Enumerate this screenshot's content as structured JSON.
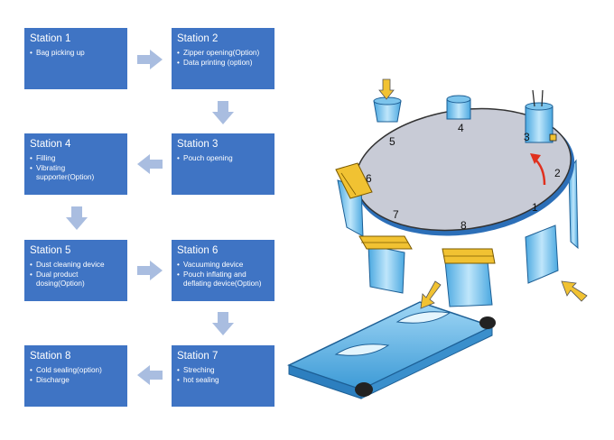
{
  "stations": [
    {
      "title": "Station 1",
      "items": [
        "Bag picking up"
      ]
    },
    {
      "title": "Station 2",
      "items": [
        "Zipper opening(Option)",
        "Data printing (option)"
      ]
    },
    {
      "title": "Station 3",
      "items": [
        "Pouch opening"
      ]
    },
    {
      "title": "Station 4",
      "items": [
        "Filling",
        "Vibrating supporter(Option)"
      ]
    },
    {
      "title": "Station 5",
      "items": [
        "Dust cleaning device",
        "Dual product dosing(Option)"
      ]
    },
    {
      "title": "Station 6",
      "items": [
        "Vacuuming device",
        "Pouch inflating and deflating device(Option)"
      ]
    },
    {
      "title": "Station 7",
      "items": [
        "Streching",
        "hot sealing"
      ]
    },
    {
      "title": "Station 8",
      "items": [
        "Cold sealing(option)",
        "Discharge"
      ]
    }
  ],
  "machine": {
    "station_numbers": [
      "1",
      "2",
      "3",
      "4",
      "5",
      "6",
      "7",
      "8"
    ]
  },
  "colors": {
    "box": "#3f74c4",
    "arrow": "#a9bde0",
    "table": "#c8cbd6",
    "tool": "#7cc4ec",
    "gold": "#f1c232",
    "red": "#e0301e"
  }
}
